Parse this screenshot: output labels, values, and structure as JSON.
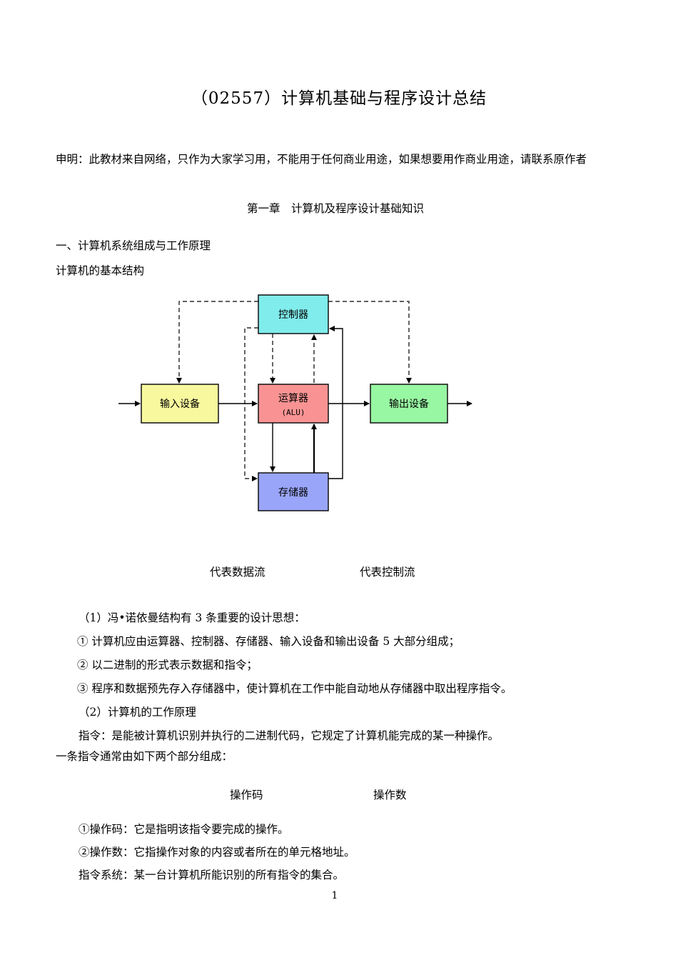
{
  "title": "（02557）计算机基础与程序设计总结",
  "declaration": "申明：此教材来自网络，只作为大家学习用，不能用于任何商业用途，如果想要用作商业用途，请联系原作者",
  "chapter_title": "第一章　计算机及程序设计基础知识",
  "section1_heading": "一、计算机系统组成与工作原理",
  "basic_structure_label": "计算机的基本结构",
  "diagram": {
    "controller": "控制器",
    "alu": "运算器",
    "alu_sub": "(ALU)",
    "input_device": "输入设备",
    "output_device": "输出设备",
    "memory": "存储器",
    "colors": {
      "controller": "#80ecec",
      "alu": "#f99393",
      "input": "#f8f89e",
      "output": "#98f7a2",
      "memory": "#99a5f8"
    }
  },
  "legend": {
    "data_flow": "代表数据流",
    "control_flow": "代表控制流"
  },
  "von_neumann_intro": "（1）冯•诺依曼结构有 3 条重要的设计思想：",
  "ideas": [
    "① 计算机应由运算器、控制器、存储器、输入设备和输出设备 5 大部分组成；",
    "② 以二进制的形式表示数据和指令；",
    "③ 程序和数据预先存入存储器中，使计算机在工作中能自动地从存储器中取出程序指令。"
  ],
  "working_principle_heading": "（2）计算机的工作原理",
  "instruction_def_line1": "指令：是能被计算机识别并执行的二进制代码，它规定了计算机能完成的某一种操作。",
  "instruction_def_line2": "一条指令通常由如下两个部分组成：",
  "instruction_parts": {
    "opcode": "操作码",
    "operand": "操作数"
  },
  "opcode_def": "①操作码：它是指明该指令要完成的操作。",
  "operand_def": "②操作数：它指操作对象的内容或者所在的单元格地址。",
  "instruction_system": "指令系统：某一台计算机所能识别的所有指令的集合。",
  "page_number": "1"
}
